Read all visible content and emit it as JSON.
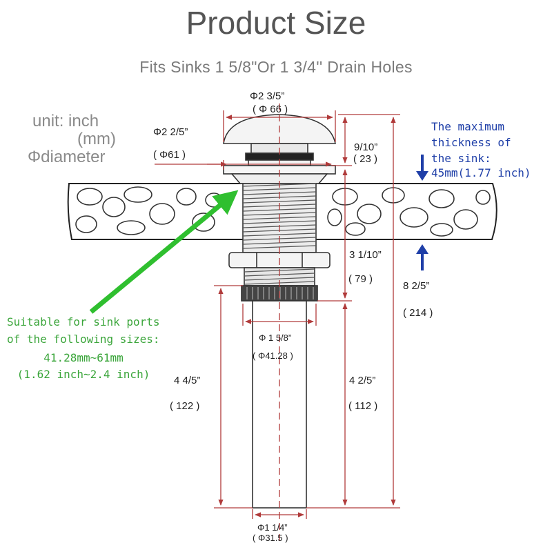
{
  "title": "Product Size",
  "subtitle": "Fits Sinks 1 5/8\"Or 1 3/4'' Drain Holes",
  "legend": {
    "unit_line": "unit: inch",
    "mm_line": "(mm)",
    "diameter_line": "Φdiameter"
  },
  "dimensions": {
    "cap_inch": "Φ2 3/5”",
    "cap_mm": "( Φ 66 )",
    "flange_inch": "Φ2 2/5”",
    "flange_mm": "( Φ61 )",
    "top_height_inch": "9/10”",
    "top_height_mm": "( 23 )",
    "body_height_inch": "3 1/10”",
    "body_height_mm": "( 79 )",
    "total_height_inch": "8 2/5”",
    "total_height_mm": "( 214 )",
    "thread_inch": "Φ 1 5/8”",
    "thread_mm": "( Φ41.28 )",
    "tail_left_inch": "4 4/5”",
    "tail_left_mm": "( 122 )",
    "tail_right_inch": "4 2/5”",
    "tail_right_mm": "( 112 )",
    "pipe_inch": "Φ1 1/4”",
    "pipe_mm": "( Φ31.5 )"
  },
  "note_blue": {
    "line1": "The maximum",
    "line2": "thickness of",
    "line3": "the sink:",
    "line4": "45mm(1.77 inch)"
  },
  "note_green": {
    "line1": "Suitable for sink ports",
    "line2": "of the following sizes:",
    "line3": "41.28mm~61mm",
    "line4": "(1.62 inch~2.4 inch)"
  },
  "colors": {
    "dimension_line": "#b03a3a",
    "blue_note": "#1f3fa8",
    "green_note": "#3aa53a",
    "outline": "#333333"
  }
}
